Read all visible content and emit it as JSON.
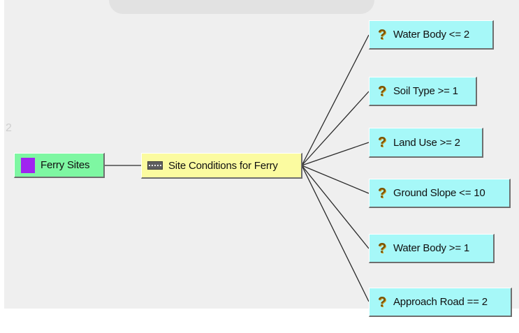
{
  "diagram": {
    "root": {
      "label": "Ferry Sites",
      "swatch_color": "#a024f0",
      "icon": "color-swatch-icon"
    },
    "operator": {
      "label": "Site Conditions for Ferry",
      "icon": "operator-icon"
    },
    "conditions": [
      {
        "label": "Water Body <= 2",
        "icon": "question-icon"
      },
      {
        "label": "Soil Type >= 1",
        "icon": "question-icon"
      },
      {
        "label": "Land Use >= 2",
        "icon": "question-icon"
      },
      {
        "label": "Ground Slope <= 10",
        "icon": "question-icon"
      },
      {
        "label": "Water Body >= 1",
        "icon": "question-icon"
      },
      {
        "label": "Approach Road == 2",
        "icon": "question-icon"
      }
    ],
    "colors": {
      "input_node": "#7ef7a2",
      "operator_node": "#fbfba0",
      "condition_node": "#a6f8f8",
      "background": "#efefef"
    }
  }
}
